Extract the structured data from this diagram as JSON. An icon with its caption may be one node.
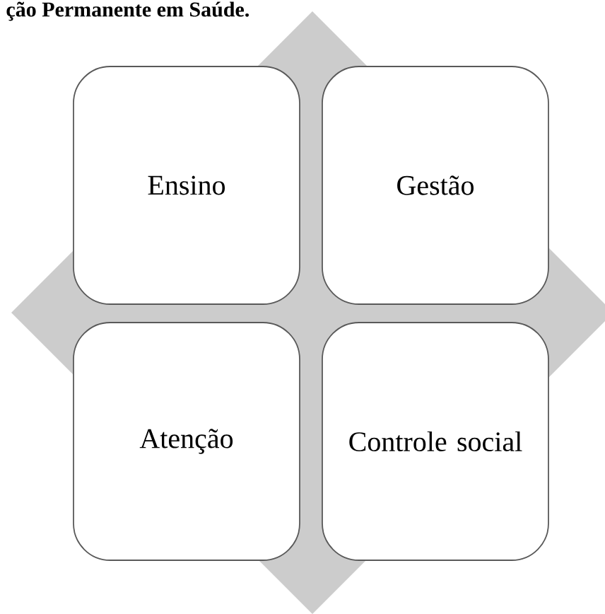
{
  "diagram": {
    "title": "ção Permanente em Saúde.",
    "nodes": [
      {
        "text": [
          "Ensino"
        ]
      },
      {
        "text": [
          "Gestão"
        ]
      },
      {
        "text": [
          "Atenção"
        ]
      },
      {
        "text": [
          "Controle social"
        ]
      }
    ]
  }
}
